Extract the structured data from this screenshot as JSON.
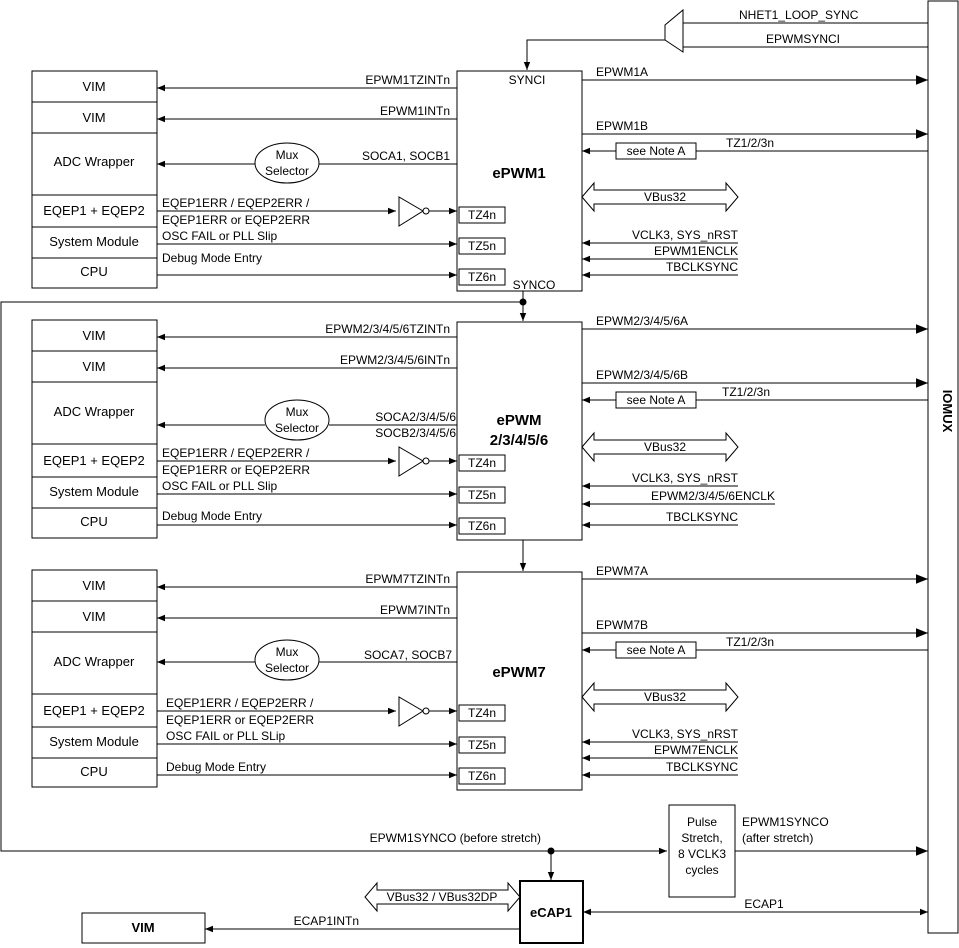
{
  "iomux": "IOMUX",
  "top": {
    "nhet1_loop_sync": "NHET1_LOOP_SYNC",
    "epwmsynci": "EPWMSYNCI",
    "synci": "SYNCI",
    "synco": "SYNCO"
  },
  "common": {
    "vim": "VIM",
    "adc_wrapper": "ADC Wrapper",
    "eqep": "EQEP1 + EQEP2",
    "system_module": "System Module",
    "cpu": "CPU",
    "mux_line1": "Mux",
    "mux_line2": "Selector",
    "eqep_err_line1": "EQEP1ERR / EQEP2ERR /",
    "eqep_err_line2": "EQEP1ERR or EQEP2ERR",
    "osc_fail": "OSC FAIL or PLL Slip",
    "osc_fail_7": "OSC FAIL or PLL SLip",
    "debug": "Debug Mode Entry",
    "tz4": "TZ4n",
    "tz5": "TZ5n",
    "tz6": "TZ6n",
    "see_note": "see Note A",
    "tz123": "TZ1/2/3n",
    "vbus32": "VBus32",
    "vclk3": "VCLK3, SYS_nRST",
    "tbclksync": "TBCLKSYNC"
  },
  "epwm1": {
    "title": "ePWM1",
    "tzint": "EPWM1TZINTn",
    "int": "EPWM1INTn",
    "soc": "SOCA1, SOCB1",
    "out_a": "EPWM1A",
    "out_b": "EPWM1B",
    "enclk": "EPWM1ENCLK"
  },
  "epwm2": {
    "title_line1": "ePWM",
    "title_line2": "2/3/4/5/6",
    "tzint": "EPWM2/3/4/5/6TZINTn",
    "int": "EPWM2/3/4/5/6INTn",
    "soc_line1": "SOCA2/3/4/5/6",
    "soc_line2": "SOCB2/3/4/5/6",
    "out_a": "EPWM2/3/4/5/6A",
    "out_b": "EPWM2/3/4/5/6B",
    "enclk": "EPWM2/3/4/5/6ENCLK"
  },
  "epwm7": {
    "title": "ePWM7",
    "tzint": "EPWM7TZINTn",
    "int": "EPWM7INTn",
    "soc": "SOCA7, SOCB7",
    "out_a": "EPWM7A",
    "out_b": "EPWM7B",
    "enclk": "EPWM7ENCLK"
  },
  "bottom": {
    "synco_before": "EPWM1SYNCO (before stretch)",
    "pulse_line1": "Pulse",
    "pulse_line2": "Stretch,",
    "pulse_line3": "8 VCLK3",
    "pulse_line4": "cycles",
    "synco_after_line1": "EPWM1SYNCO",
    "synco_after_line2": "(after stretch)",
    "vbus32dp": "VBus32 / VBus32DP",
    "ecap1": "eCAP1",
    "ecap1_signal": "ECAP1",
    "ecap1int": "ECAP1INTn",
    "vim": "VIM"
  }
}
